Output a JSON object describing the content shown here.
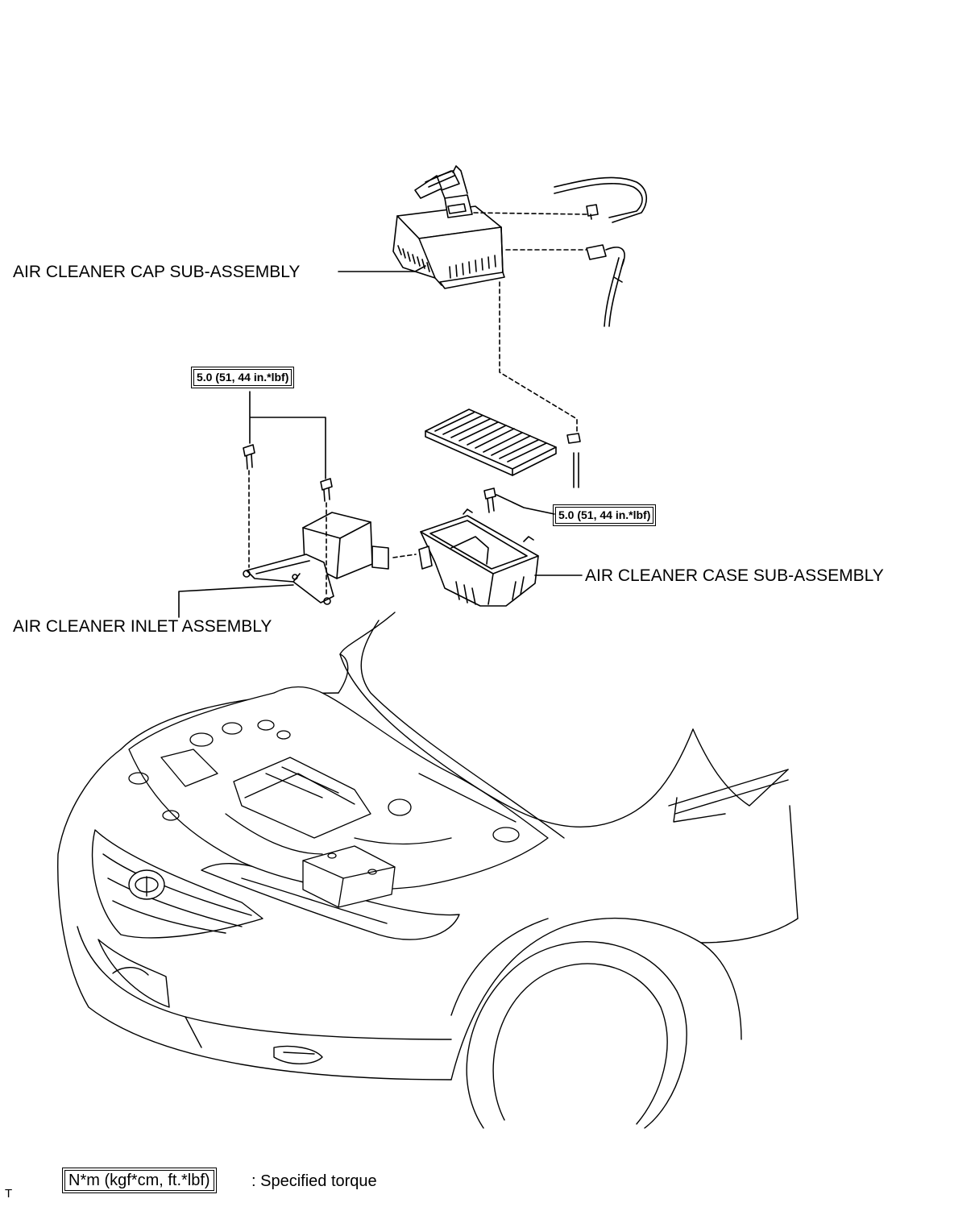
{
  "labels": {
    "cap": "AIR CLEANER CAP SUB-ASSEMBLY",
    "case": "AIR CLEANER CASE SUB-ASSEMBLY",
    "inlet": "AIR CLEANER INLET ASSEMBLY"
  },
  "torques": {
    "inlet_bolts": "5.0 (51, 44 in.*lbf)",
    "case_bolt": "5.0 (51, 44 in.*lbf)"
  },
  "legend": {
    "box": "N*m (kgf*cm, ft.*lbf)",
    "text": ": Specified torque"
  },
  "corner_mark": "T"
}
